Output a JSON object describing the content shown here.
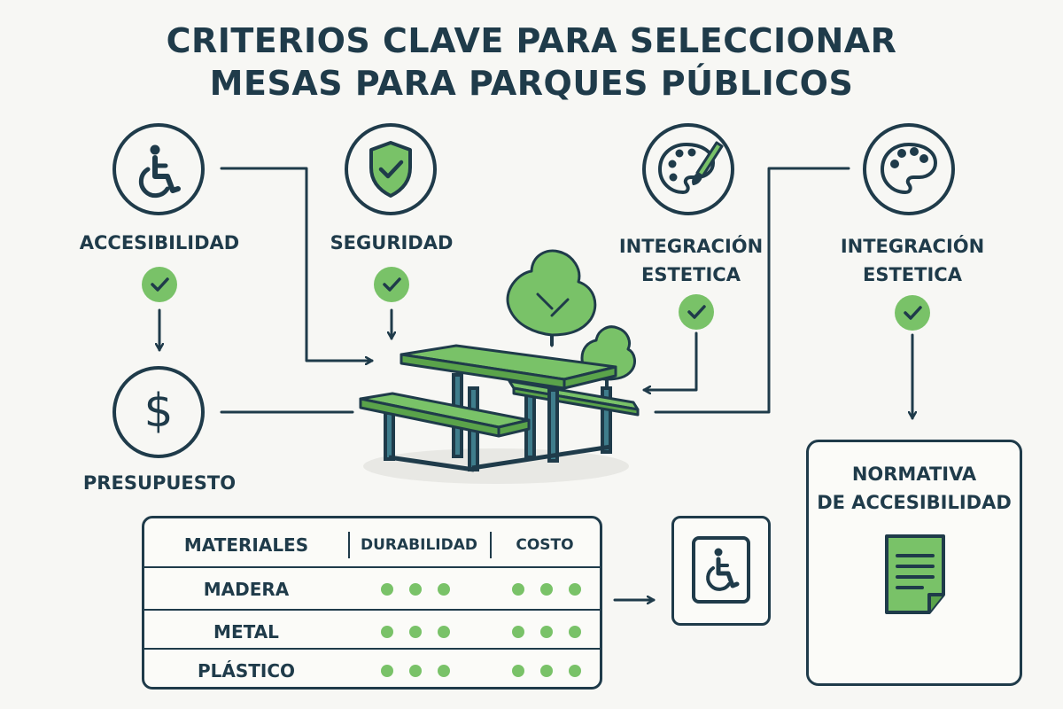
{
  "title": {
    "line1": "CRITERIOS CLAVE PARA SELECCIONAR",
    "line2": "MESAS PARA PARQUES PÚBLICOS"
  },
  "criteria": [
    {
      "label": "ACCESIBILIDAD",
      "icon": "wheelchair-icon"
    },
    {
      "label": "SEGURIDAD",
      "icon": "shield-check-icon"
    },
    {
      "label_line1": "INTEGRACIÓN",
      "label_line2": "ESTETICA",
      "icon": "palette-brush-icon"
    },
    {
      "label_line1": "INTEGRACIÓN",
      "label_line2": "ESTETICA",
      "icon": "palette-icon"
    },
    {
      "label": "PRESUPUESTO",
      "icon": "dollar-icon"
    }
  ],
  "table": {
    "headers": [
      "MATERIALES",
      "DURABILIDAD",
      "COSTO"
    ],
    "rows": [
      {
        "material": "MADERA",
        "durabilidad": 3,
        "costo": 3
      },
      {
        "material": "METAL",
        "durabilidad": 3,
        "costo": 3
      },
      {
        "material": "PLÁSTICO",
        "durabilidad": 3,
        "costo": 3
      }
    ]
  },
  "normativa": {
    "line1": "NORMATIVA",
    "line2": "DE ACCESIBILIDAD",
    "icon": "document-icon"
  },
  "colors": {
    "navy": "#1f3b4a",
    "green": "#79c268",
    "green_dark": "#5aa34a",
    "background": "#f7f7f4"
  }
}
